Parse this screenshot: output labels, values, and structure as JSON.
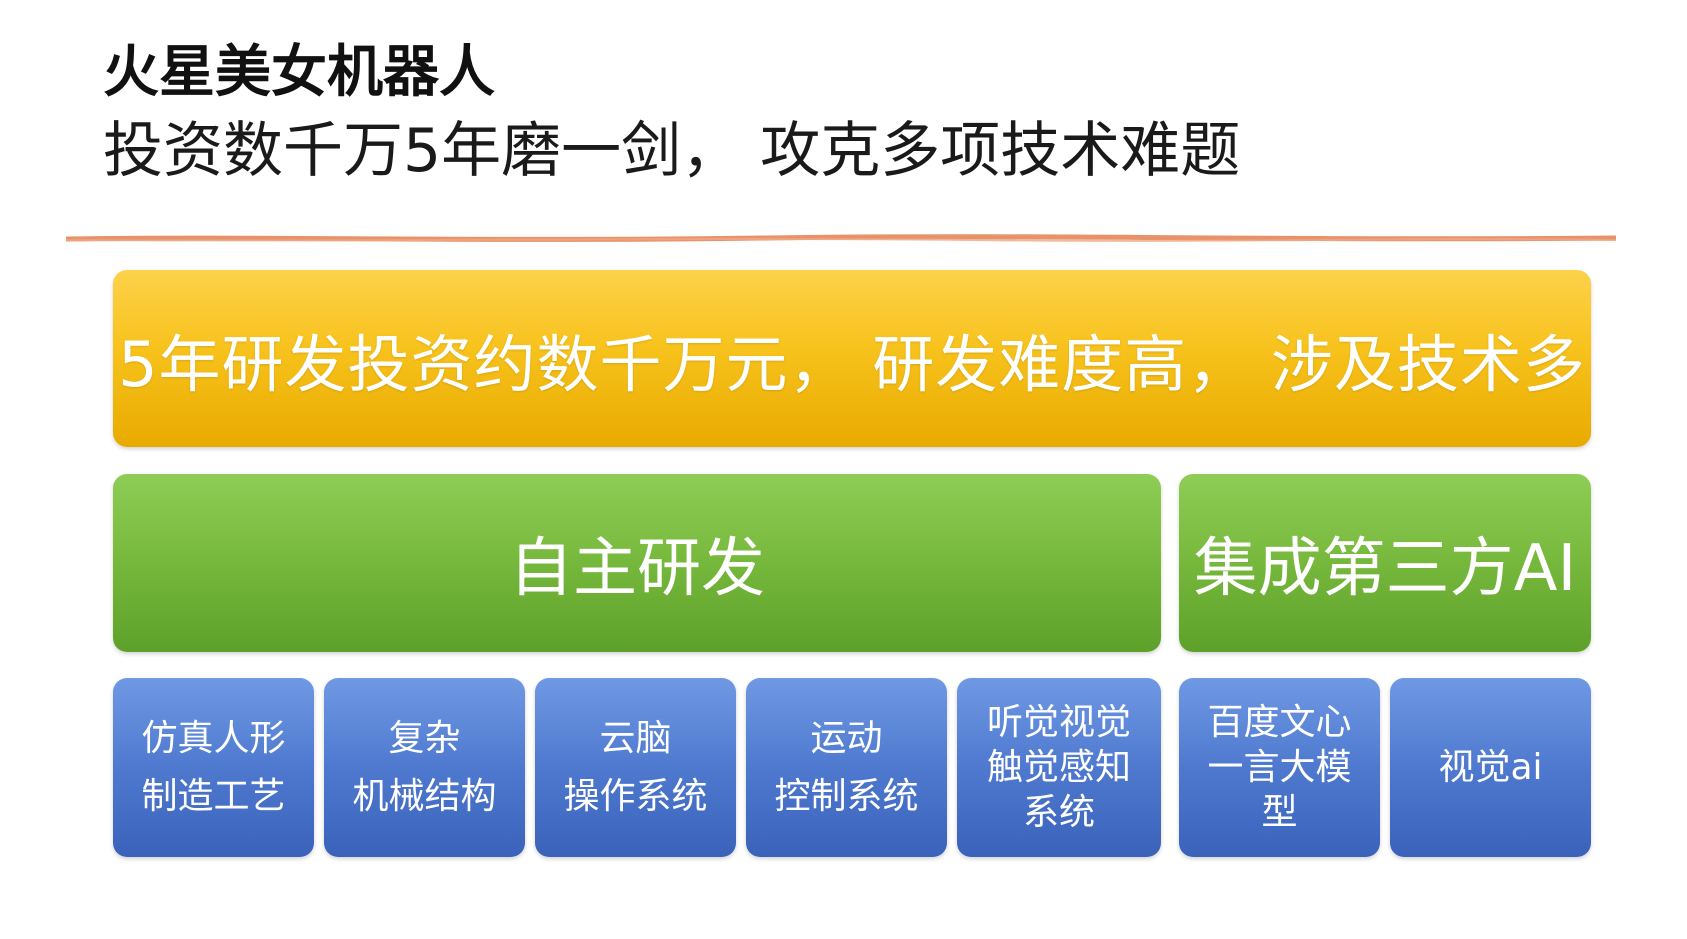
{
  "slide": {
    "title": "火星美女机器人",
    "subtitle": "投资数千万5年磨一剑， 攻克多项技术难题"
  },
  "banner": {
    "text": "5年研发投资约数千万元， 研发难度高， 涉及技术多"
  },
  "categories": {
    "main": "自主研发",
    "side": "集成第三方AI"
  },
  "modules": [
    {
      "lines": [
        "仿真人形",
        "制造工艺"
      ]
    },
    {
      "lines": [
        "复杂",
        "机械结构"
      ]
    },
    {
      "lines": [
        "云脑",
        "操作系统"
      ]
    },
    {
      "lines": [
        "运动",
        "控制系统"
      ]
    },
    {
      "lines": [
        "听觉视觉",
        "触觉感知",
        "系统"
      ]
    },
    {
      "lines": [
        "百度文心",
        "一言大模",
        "型"
      ]
    },
    {
      "lines": [
        "视觉ai"
      ]
    }
  ],
  "colors": {
    "divider": "#e8926a",
    "banner": "#f7c21c",
    "green": "#76b83c",
    "blue": "#4f79cf"
  }
}
